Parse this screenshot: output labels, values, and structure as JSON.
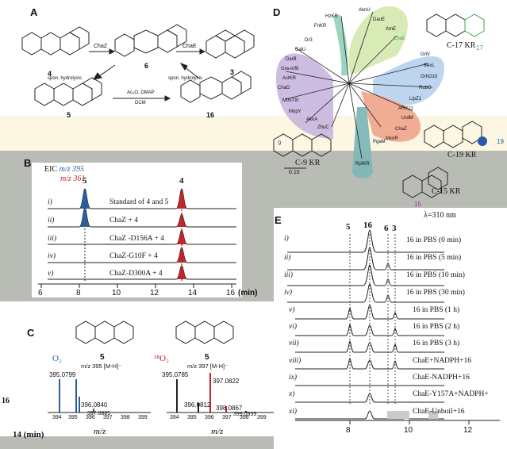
{
  "panels": {
    "a": "A",
    "b": "B",
    "c": "C",
    "d": "D",
    "e": "E"
  },
  "panel_a": {
    "compounds": {
      "c4": "4",
      "c6": "6",
      "c3": "3",
      "c5": "5",
      "c16": "16"
    },
    "arrows": {
      "chaz": "ChaZ",
      "chae": "ChaE",
      "spon1": "spon. hydrolysis",
      "spon2": "spon. hydrolysis",
      "ac2o": "Ac₂O, DMAP",
      "dcm": "DCM"
    }
  },
  "panel_b": {
    "eic_label": "EIC",
    "mz395": "m/z 395",
    "mz361": "m/z 361",
    "peak5": "5",
    "peak4": "4",
    "traces": [
      {
        "roman": "i)",
        "label": "Standard of 4 and 5"
      },
      {
        "roman": "ii)",
        "label": "ChaZ + 4"
      },
      {
        "roman": "iii)",
        "label": "ChaZ -D156A + 4"
      },
      {
        "roman": "iv)",
        "label": "ChaZ-G10F + 4"
      },
      {
        "roman": "v)",
        "label": "ChaZ-D300A + 4"
      }
    ],
    "xticks": [
      "6",
      "8",
      "10",
      "12",
      "14",
      "16"
    ],
    "xunit": "(min)"
  },
  "panel_c": {
    "o2": "O₂",
    "o18": "¹⁸O₂",
    "cmpd_left": "5",
    "cmpd_right": "5",
    "mz_left": "m/z 395 [M-H]⁻",
    "mz_right": "m/z 397 [M-H]⁻",
    "left_peaks": [
      "395.0799",
      "396.0840",
      "397.0885"
    ],
    "right_peaks": [
      "395.0785",
      "397.0822",
      "396.0812",
      "398.0867",
      "399.0939"
    ],
    "xticks_left": [
      "394",
      "395",
      "396",
      "397",
      "398",
      "399"
    ],
    "xticks_right": [
      "394",
      "395",
      "396",
      "397",
      "398",
      "399"
    ],
    "xlabel": "m/z",
    "side16": "16",
    "bottom_time": "14 (min)"
  },
  "panel_d": {
    "branches_purple": [
      "DarB",
      "CalU",
      "Dr3",
      "Gra-orf8",
      "ActKR",
      "ChaD",
      "MtmTIII",
      "MopY",
      "AknA",
      "ZhuC",
      "FnKR",
      "HzKR"
    ],
    "branches_green": [
      "AknU",
      "DauE",
      "AtnE",
      "ChaE"
    ],
    "branches_blue": [
      "GrlV",
      "BexL",
      "GrhO10",
      "RubG",
      "LipZ1",
      "ARX21"
    ],
    "branches_orange": [
      "ChaZ",
      "MxnR",
      "PgaM",
      "UrdM"
    ],
    "branches_teal": [
      "RpfKR"
    ],
    "c17": "C-17 KR",
    "c19": "C-19 KR",
    "c9": "C-9 KR",
    "c15": "C-15 KR",
    "num17": "17",
    "num19": "19",
    "num9": "9",
    "num15": "15",
    "scale": "0.10",
    "lambda": "λ=310 nm"
  },
  "panel_e": {
    "peaks": [
      "5",
      "16",
      "6",
      "3"
    ],
    "traces": [
      {
        "roman": "i)",
        "label": "16 in PBS (0 min)"
      },
      {
        "roman": "ii)",
        "label": "16 in PBS (5 min)"
      },
      {
        "roman": "iii)",
        "label": "16 in PBS (10 min)"
      },
      {
        "roman": "iv)",
        "label": "16 in PBS (30 min)"
      },
      {
        "roman": "v)",
        "label": "16 in PBS (1 h)"
      },
      {
        "roman": "vi)",
        "label": "16 in PBS (2 h)"
      },
      {
        "roman": "vii)",
        "label": "16 in PBS (3 h)"
      },
      {
        "roman": "viii)",
        "label": "ChaE+NADPH+16"
      },
      {
        "roman": "ix)",
        "label": "ChaE-NADPH+16"
      },
      {
        "roman": "x)",
        "label": "ChaE-Y157A+NADPH+"
      },
      {
        "roman": "xi)",
        "label": "ChaE-Unboil+16"
      }
    ],
    "xticks": [
      "8",
      "10",
      "12"
    ]
  },
  "colors": {
    "blue": "#2a5f9e",
    "red": "#c0262c",
    "purple": "#c6b2dd",
    "green": "#cfe7a8",
    "lightblue": "#b9d3ee",
    "orange": "#f0a98e",
    "teal": "#7fb6b8",
    "gray_band": "#b9bcb5",
    "pale_band": "#fbf7e3"
  }
}
